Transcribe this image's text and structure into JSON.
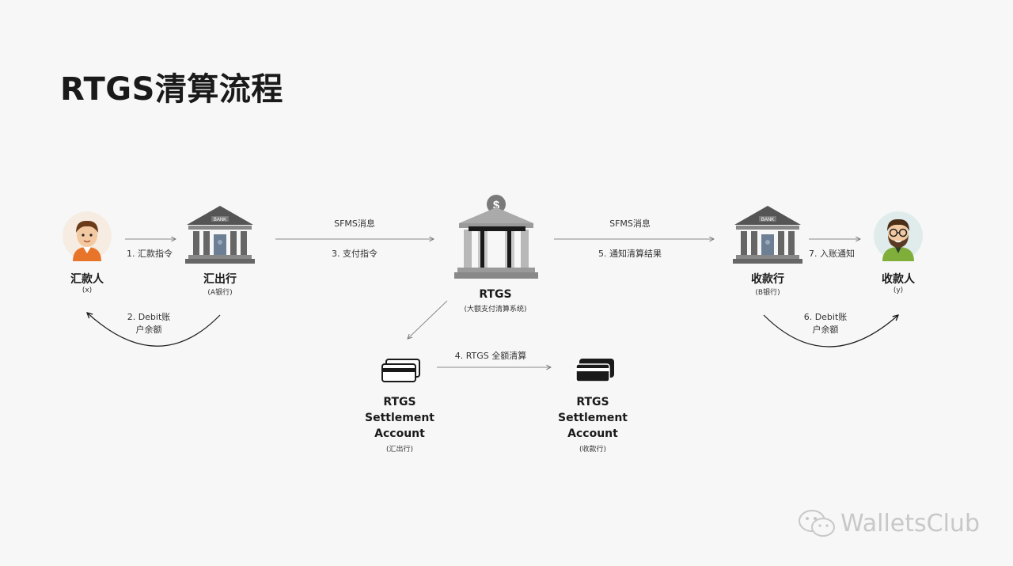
{
  "title": "RTGS清算流程",
  "nodes": {
    "payer": {
      "name": "汇款人",
      "sub": "(x)"
    },
    "remit_bank": {
      "name": "汇出行",
      "sub": "(A银行)",
      "sign": "BANK"
    },
    "rtgs": {
      "name": "RTGS",
      "sub": "(大额支付清算系统)",
      "sign": "$"
    },
    "recv_bank": {
      "name": "收款行",
      "sub": "(B银行)",
      "sign": "BANK"
    },
    "payee": {
      "name": "收款人",
      "sub": "(y)"
    },
    "acct_a": {
      "line1": "RTGS",
      "line2": "Settlement",
      "line3": "Account",
      "sub": "(汇出行)"
    },
    "acct_b": {
      "line1": "RTGS",
      "line2": "Settlement",
      "line3": "Account",
      "sub": "(收款行)"
    }
  },
  "arrows": {
    "a1": "1. 汇款指令",
    "a2_l1": "2. Debit账",
    "a2_l2": "户余额",
    "a3_top": "SFMS消息",
    "a3": "3. 支付指令",
    "a4": "4. RTGS 全额清算",
    "a5_top": "SFMS消息",
    "a5": "5. 通知清算结果",
    "a6_l1": "6. Debit账",
    "a6_l2": "户余额",
    "a7": "7. 入账通知"
  },
  "watermark": "WalletsClub",
  "colors": {
    "arrow": "#8a8a8a",
    "bank": "#5a5a5a",
    "dark": "#1a1a1a",
    "skin": "#f2c9a0",
    "accent_orange": "#e8742a",
    "accent_green": "#7fae3b"
  }
}
